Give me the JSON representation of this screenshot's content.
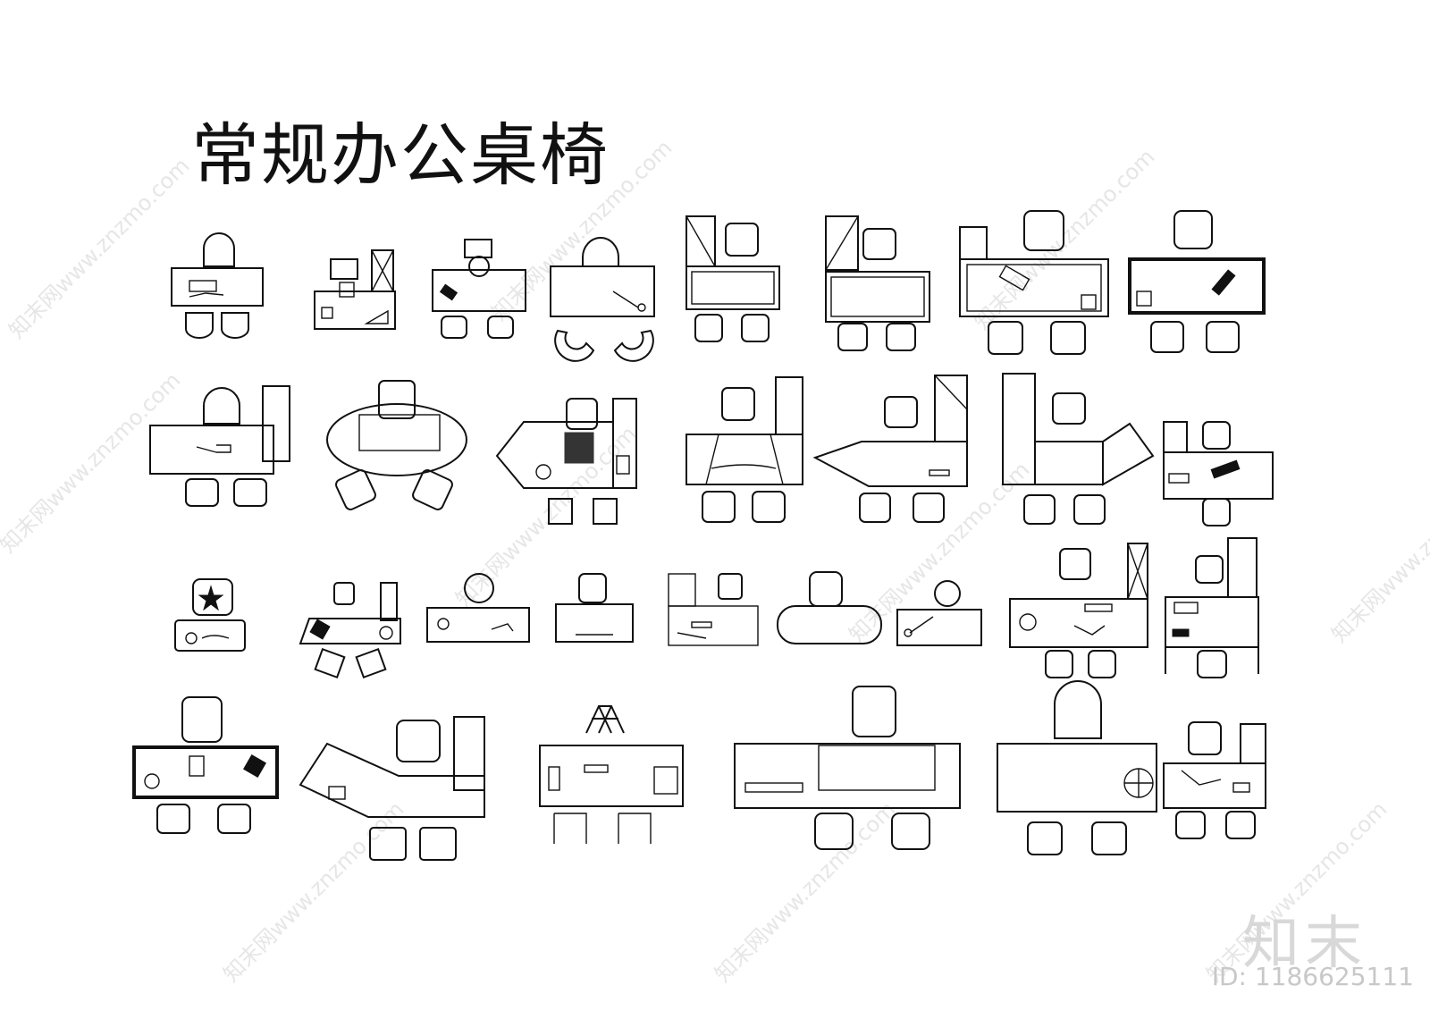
{
  "title": "常规办公桌椅",
  "watermark": {
    "text": "知末网www.znzmo.com",
    "logo": "知末",
    "id_text": "ID: 1186625111"
  },
  "rows": [
    {
      "name": "row-1",
      "count": 8
    },
    {
      "name": "row-2",
      "count": 7
    },
    {
      "name": "row-3",
      "count": 9
    },
    {
      "name": "row-4",
      "count": 6
    }
  ],
  "colors": {
    "line": "#111111",
    "watermark": "#e6e6e6"
  }
}
